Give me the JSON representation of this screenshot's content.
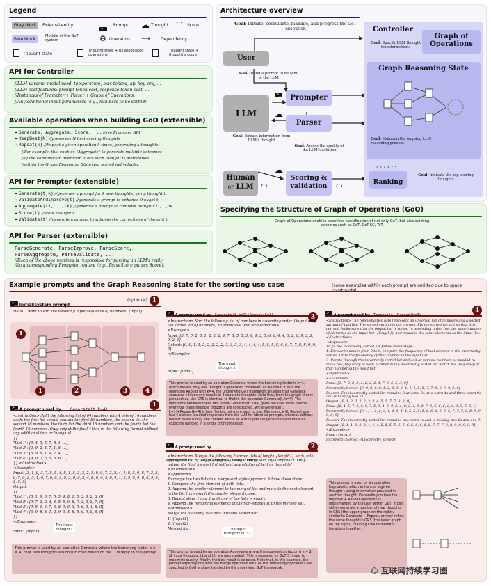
{
  "legend": {
    "title": "Legend",
    "gray_block": "Gray block",
    "gray_desc": "External entity",
    "prompt": "Prompt",
    "thought": "Thought",
    "score": "Score",
    "blue_block": "Blue block",
    "blue_desc": "Module of the GoT system",
    "operation": "Operation",
    "dependency": "Dependency",
    "thought_state": "Thought state",
    "thought_state_ops": "Thought state + its associated operations",
    "thought_state_score": "Thought state + thought's score"
  },
  "architecture": {
    "title": "Architecture overview",
    "controller_goal_label": "Goal",
    "controller_goal": ": Initiate, coordinate, manage, and progress the GoT execution",
    "controller": "Controller",
    "graph_ops": "Graph of Operations",
    "specify_goal": ": Specify LLM thought transformations",
    "user": "User",
    "prompter_goal": ": Build a prompt to be sent to the LLM",
    "grs": "Graph Reasoning State",
    "llm": "LLM",
    "prompter": "Prompter",
    "parser": "Parser",
    "grs_goal": ": Maintain the ongoing LLM reasoning process",
    "parser_goal": ": Extract information from LLM's thought",
    "scoring_goal": ": Assess the quality of the LLM's solution",
    "human": "Human",
    "or": "or",
    "llm2": "LLM",
    "scoring": "Scoring & validation",
    "ranking": "Ranking",
    "ranking_goal": ": Indicate the top-scoring thoughts"
  },
  "api_controller": {
    "title": "API for Controller",
    "lines": [
      "//LLM params: model used, temperature, max tokens, api key, org, ...",
      "//LLM cost features: prompt token cost, response token cost, ...",
      "//Instances of Prompter + Parser + Graph of Operations,",
      "//Any additional input parameters (e.g., numbers to be sorted)."
    ]
  },
  "ops": {
    "title": "Available operations when building GoO (extensible)",
    "lines": [
      {
        "code": "Generate, Aggregate, Score, ...",
        "comment": " //see Prompter API"
      },
      {
        "code": "KeepBest(N)",
        "comment": " //preserves N best scoring thoughts"
      },
      {
        "code": "Repeat(k)",
        "comment": " //Repeat a given operation k times, generating k thoughts."
      },
      {
        "code": "",
        "comment": "//For example, this enables \"Aggregate\" to generate multiple outcomes"
      },
      {
        "code": "",
        "comment": "//of the combination operation. Each such thought is maintained"
      },
      {
        "code": "",
        "comment": "//within the Graph Reasoning State and scored individually."
      }
    ]
  },
  "api_prompter": {
    "title": "API for Prompter (extensible)",
    "lines": [
      {
        "code": "Generate(t,k)",
        "comment": " //generate a prompt for k new thoughts, using thought t"
      },
      {
        "code": "ValidateAndImprove(t)",
        "comment": " //generate a prompt to enhance thought t,"
      },
      {
        "code": "Aggregate(t1,...,tk)",
        "comment": " //generate a prompt to combine thoughts t1, ..., tk"
      },
      {
        "code": "Score(t)",
        "comment": " //score thought t"
      },
      {
        "code": "Validate(t)",
        "comment": " //generate a prompt to validate the correctness of thought t"
      }
    ]
  },
  "api_parser": {
    "title": "API for Parser (extensible)",
    "code1": "ParseGenerate, ParseImprove, ParseScore,",
    "code2": "ParseAggregate, ParseValidate, ...",
    "c1": "//Each of the above routines is responsible for parsing an LLM's reply",
    "c2": "//to a corresponding Prompter routine (e.g., ParseScore parses Score)."
  },
  "goo": {
    "title": "Specifying the Structure of Graph of Operations (GoO)",
    "desc": "Graph of Operations enables seamless specification of not only GoT, but also existing schemes such as CoT, CoT-SC, ToT"
  },
  "examples": {
    "title": "Example prompts and the Graph Reasoning State for the sorting use case",
    "note": "(some examples within each prompt are omitted due to space constraints)",
    "init_title": "Initial/system prompt",
    "optional": "(optional)",
    "init_text": "Hello. I want to sort the following input sequence of numbers: {input}",
    "n1": "1",
    "n2": "2",
    "n3": "3",
    "n4": "4",
    "p1_label": "A prompt used by",
    "p1_op": "Generate(t,k=4)",
    "p1_lines": [
      "<Instruction> Split the following list of 64 numbers into 4 lists of 16 numbers each, the first list should contain the first 16 numbers, the second list the second 16 numbers, the third list the third 16 numbers and the fourth list the fourth 16 numbers. Only output the final 4 lists in the following format without any additional text or thoughts!",
      "{{",
      "\"List 1\": [3, 4, 3, 5, 7, 8, 1, ...],",
      "\"List 2\": [2, 9, 2, 4, 7, 1, 5, ...],",
      "\"List 3\": [6, 9, 8, 1, 9, 2, 4, ...],",
      "\"List 4\": [9, 0, 7, 6, 5, 6, 6, ...]",
      "}} </Instruction>",
      "<Example>",
      "Input: [3, 1, 9, 3, 7, 5, 5, 4, 8, 1, 5, 3, 3, 2, 3, 0, 9, 7, 2, 2, 4, 4, 8, 5, 0, 8, 7, 3, 3, 8, 7, 0, 9, 5, 1, 6, 7, 6, 8, 9, 0, 3, 0, 6, 3, 4, 8, 0, 6, 9, 8, 4, 1, 2, 9, 0, 4, 8, 8, 9, 9, 8, 5, 9]",
      "Output:",
      "{{",
      "\"List 1\": [3, 1, 9, 3, 7, 5, 5, 4, 8, 1, 5, 3, 3, 2, 3, 0],",
      "\"List 2\": [9, 7, 2, 2, 4, 4, 8, 5, 0, 8, 7, 3, 3, 8, 7, 0],",
      "\"List 3\": [9, 5, 1, 6, 7, 6, 8, 9, 0, 3, 0, 6, 3, 4, 8, 0],",
      "\"List 4\": [6, 9, 8, 4, 1, 2, 9, 0, 4, 8, 8, 9, 9, 8, 5, 9]",
      "}}",
      "</Example>"
    ],
    "p1_input": "Input: {input}",
    "the_input": "The input",
    "thought_t": "thought t",
    "p1_note": "This prompt is used by an operation Generate where the branching factor is k = 4. Four new thoughts are constructed based on the LLM reply to this prompt.",
    "p3_label": "A prompt used by",
    "p3_op": "Generate(t,k=1)+Repeat(k=4)",
    "p3_lines": [
      "<Instruction> Sort the following list of numbers in ascending order. Output only the sorted list of numbers, no additional text. </Instruction>",
      "<Example>",
      "Input: [3, 7, 0, 2, 8, 1, 2, 2, 2, 4, 7, 8, 5, 5, 3, 9, 4, 3, 5, 6, 6, 4, 4, 5, 2, 0, 9, 3, 3, 9, 2, 1]",
      "Output: [0, 0, 1, 1, 2, 2, 2, 2, 2, 3, 3, 3, 3, 4, 4, 4, 4, 5, 5, 5, 5, 6, 6, 7, 7, 8, 8, 9, 9, 9]",
      "</Example>"
    ],
    "p3_input": "Input: {input}",
    "p3_note": "This prompt is used by an operation Generate where the branching factor is k=1, which means, only one thought is generated. However, as we chain it with the operation Repeat with k=4, the underlying GoT framework ensures that Generate executes 4 times and results in 4 separate thoughts. Note that, from the graph theory perspective, the GRS is identical to that in the operation Generate(t, k=4). The difference between these two is that Generate(t, k=4) gives the user more control over how these multiple thoughts are constructed, while Generate(t, k=1)+Repeat(k=4) is less flexible but more easy to use. Moreover, with Repeat one has 4 context-isolated responses from the LLM for identical prompts, whereas without Repeat there is only one context where all 4 thoughts are generated and must be explicitly handled in a single prompt/session.",
    "p2_label": "A prompt used by",
    "p2_op": "Aggregate(t1,t2)+Repeat(k=3)+KeepBest(N=1)",
    "p2_lines": [
      "<Instruction> Merge the following 2 sorted lists of length {length1} each, into one sorted list of length {length2} using a merge sort style approach. Only output the final merged list without any additional text or thoughts! </Instruction>",
      "<Approach>",
      "To merge the two lists in a merge-sort style approach, foloow these steps:",
      "1. Compare the first element of both lists.",
      "2. Append the smaller element to the merged list and move to the next element in the list from which the smaller element came.",
      "3. Repeat steps 1 and 2 until one of the lists is empty.",
      "4. Append the remaining elements of the non-empty list to the merged list.",
      "</Approach>",
      "Merge the following two lists into one sorted list:",
      "1: {input1}",
      "2: {input2}",
      "Merged list:"
    ],
    "thoughts_t1t2": "thoughts t1, t2",
    "p2_note": "This prompt is used by an operation Aggregate where the aggregation factor is k = 2 (2 input thoughts, t1 and t2, are aggregated). This is repeated by GoT 3 times, to maximize quality. Finally, the best result is selected. Note that, in this example, the prompt explicitly requests the merge operation only. All the remaining operations are specified in GoO and are handled by the underlying GoT framework.",
    "p4_label": "A prompt used by",
    "p4_op": "Improve(t)+Repeat(k=4)",
    "p4_lines": [
      "<Instruction> The following two lists represent an unsorted list of numbers and a sorted variant of that list. The sorted variant is not correct. Fix the sorted variant so that it is correct. Make sure that the output list is sorted in ascending order, has the same number of elements as the input list ({length}), and contains the same elements as the input list. </Instruction>",
      "<Approach>",
      "To fix the incorrectly sorted list follow these steps:",
      "1. For each number from 0 to 9, compare the frequency of that number in the incorrectly sorted list to the frequency of that number in the input list.",
      "2. Iterate through the incorrectly sorted list and add or remove numbers as needed to make the frequency of each number in the incorrectly sorted list match the frequency of that number in the input list.",
      "</Approach>",
      "<Examples>",
      "Input: [3, 7, 0, 2, 8, 1, 2, 2, 2, 4, 7, 8, 5, 5, 3, 9]",
      "Incorrectly Sorted: [0, 0, 0, 0, 0, 1, 2, 2, 3, 3, 4, 4, 4, 5, 5, 7, 7, 8, 8, 9, 9, 9, 9]",
      "Reason: The incorrectly sorted list contains four extra 0s, two extra 4s and three extra 9s and is missing two 2s.",
      "Output: [0, 1, 2, 2, 2, 2, 3, 3, 4, 5, 5, 7, 7, 8, 8, 9]",
      "Input: [6, 4, 5, 7, 5, 6, 9, 7, 6, 9, 4, 6, 9, 8, 1, 9, 2, 4, 9, 0, 7, 6, 5, 6, 6, 2, 8, 3, 9, 5, 6, 1]",
      "Incorrectly Sorted: [0, 1, 1, 2, 2, 3, 4, 4, 4, 4, 4, 5, 5, 5, 5, 6, 6, 6, 6, 6, 6, 7, 7, 7, 8, 8, 9, 9, 9, 9, 9]",
      "Reason: The incorrectly sorted list contains two extra 4s and is missing two 6s and one 9.",
      "Output: [0, 1, 1, 2, 2, 3, 4, 4, 4, 5, 5, 5, 5, 6, 6, 6, 6, 6, 6, 6, 6, 7, 7, 7, 8, 8, 9, 9, 9, 9, 9]",
      "</Examples>",
      "Input: {input}",
      "Incorrectly Sorted: {incorrectly_sorted}"
    ],
    "p4_note": "This prompt is used by an operation Improve(t), which enhances a given thought t using information provided in another thought. Depending on how the Improve + Repeat operation is implemented by the user within GoT, it can either generate a number of new thoughts in GRS (the upper graph on the right), similar to Generate + Repeat, or may refine the same thought in GRS (the lower graph on the right), chaining k=4 refinement iterations together."
  },
  "watermark": "互联网持续学习圈"
}
